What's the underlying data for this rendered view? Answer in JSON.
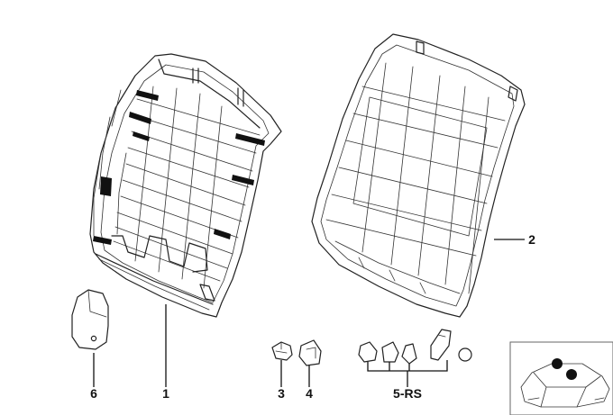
{
  "callouts": {
    "p1": "1",
    "p2": "2",
    "p3": "3",
    "p4": "4",
    "p5": "5-RS",
    "p6": "6"
  },
  "colors": {
    "line": "#222222",
    "background": "#ffffff",
    "marker": "#111111"
  },
  "icons": {
    "car_thumbnail": "car-location-icon"
  }
}
